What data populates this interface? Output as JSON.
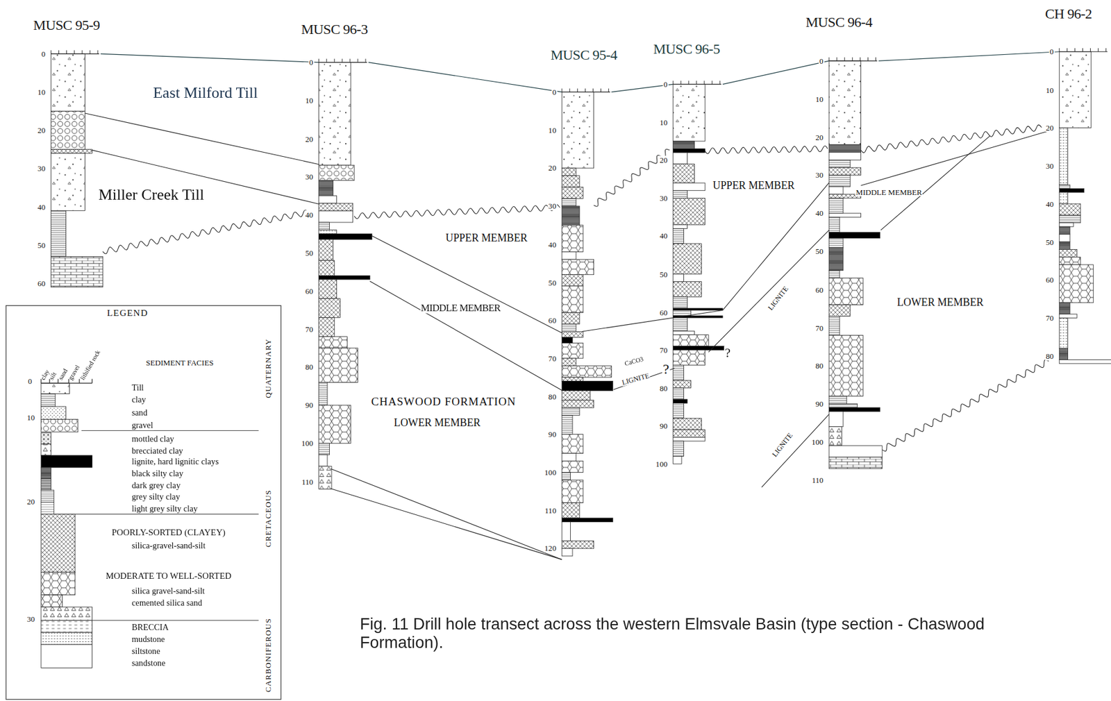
{
  "diagram": {
    "caption": "Fig. 11 Drill hole transect across the western Elmsvale Basin (type section - Chaswood Formation).",
    "nodes": [
      {
        "text": [
          "LEGEND"
        ]
      }
    ],
    "labels": [
      "MUSC 95-9",
      "MUSC 96-3",
      "MUSC 95-4",
      "MUSC 96-5",
      "MUSC 96-4",
      "CH 96-2",
      "0",
      "10",
      "20",
      "30",
      "40",
      "50",
      "60",
      "0",
      "10",
      "20",
      "30",
      "40",
      "50",
      "60",
      "70",
      "80",
      "90",
      "100",
      "110",
      "0",
      "10",
      "20",
      "30",
      "40",
      "50",
      "60",
      "70",
      "80",
      "90",
      "100",
      "110",
      "120",
      "0",
      "10",
      "20",
      "30",
      "40",
      "50",
      "60",
      "70",
      "80",
      "90",
      "100",
      "0",
      "10",
      "20",
      "30",
      "40",
      "50",
      "60",
      "70",
      "80",
      "90",
      "100",
      "110",
      "0",
      "10",
      "20",
      "30",
      "40",
      "50",
      "60",
      "70",
      "80",
      "East Milford Till",
      "Miller Creek Till",
      "UPPER MEMBER",
      "MIDDLE MEMBER",
      "CHASWOOD FORMATION",
      "LOWER MEMBER",
      "CaCO3",
      "LIGNITE",
      "?",
      "?",
      "UPPER MEMBER",
      "LIGNITE",
      "MIDDLE MEMBER",
      "LOWER MEMBER",
      "LIGNITE",
      "clay",
      "silt",
      "sand",
      "gravel",
      "lithified rock",
      "SEDIMENT FACIES",
      "0",
      "10",
      "20",
      "30",
      "POORLY-SORTED (CLAYEY)",
      "MODERATE TO WELL-SORTED",
      "QUATERNARY",
      "CRETACEOUS",
      "CARBONIFEROUS"
    ],
    "legend": [
      {
        "text": "Till"
      },
      {
        "text": "clay"
      },
      {
        "text": "sand"
      },
      {
        "text": "gravel"
      },
      {
        "text": "mottled clay"
      },
      {
        "text": "brecciated clay"
      },
      {
        "text": "lignite, hard lignitic clays",
        "color": "#000000"
      },
      {
        "text": "black silty clay"
      },
      {
        "text": "dark grey clay"
      },
      {
        "text": "grey silty clay"
      },
      {
        "text": "light grey silty clay"
      },
      {
        "text": "silica-gravel-sand-silt"
      },
      {
        "text": "silica gravel-sand-silt"
      },
      {
        "text": "cemented silica sand"
      },
      {
        "text": "BRECCIA"
      },
      {
        "text": "mudstone"
      },
      {
        "text": "siltstone"
      },
      {
        "text": "sandstone"
      }
    ]
  }
}
